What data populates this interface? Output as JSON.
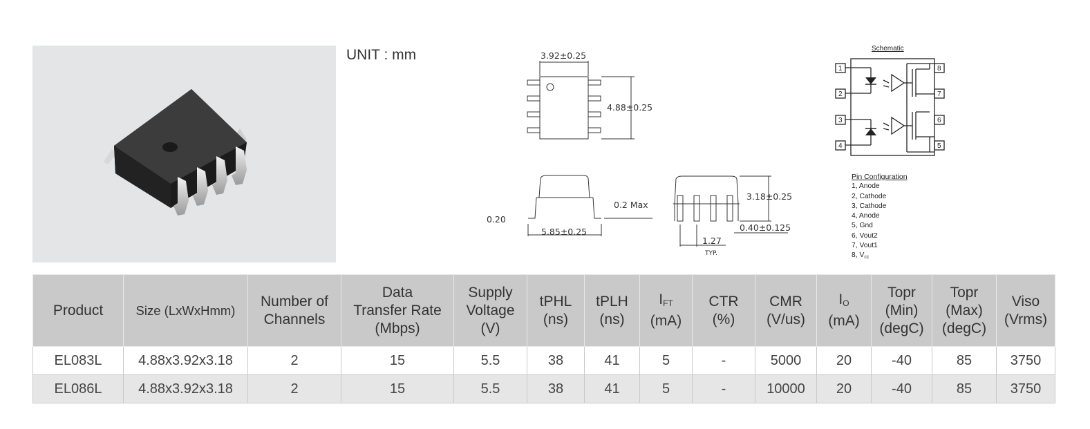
{
  "unit_label": "UNIT : mm",
  "dimensions": {
    "top_width": "3.92±0.25",
    "top_height": "4.88±0.25",
    "lead_thickness": "0.20",
    "lead_max": "0.2 Max",
    "body_span": "5.85±0.25",
    "body_height": "3.18±0.25",
    "lead_width": "0.40±0.125",
    "pitch": "1.27",
    "pitch_note": "TYP."
  },
  "schematic": {
    "title": "Schematic",
    "pins_left": [
      "1",
      "2",
      "3",
      "4"
    ],
    "pins_right": [
      "8",
      "7",
      "6",
      "5"
    ]
  },
  "pin_configuration": {
    "title": "Pin Configuration",
    "items": [
      "1, Anode",
      "2, Cathode",
      "3, Cathode",
      "4, Anode",
      "5, Gnd",
      "6, Vout2",
      "7, Vout1"
    ],
    "last_prefix": "8, V",
    "last_sub": "cc"
  },
  "table": {
    "headers": [
      {
        "main": "Product"
      },
      {
        "main": "Size (LxWxHmm)"
      },
      {
        "main": "Number of\nChannels"
      },
      {
        "main": "Data\nTransfer Rate\n(Mbps)"
      },
      {
        "main": "Supply\nVoltage\n(V)"
      },
      {
        "main": "tPHL\n(ns)"
      },
      {
        "main": "tPLH\n(ns)"
      },
      {
        "main": "I",
        "sub": "FT",
        "tail": "(mA)"
      },
      {
        "main": "CTR\n(%)"
      },
      {
        "main": "CMR\n(V/us)"
      },
      {
        "main": "I",
        "sub": "O",
        "tail": "(mA)"
      },
      {
        "main": "Topr\n(Min)\n(degC)"
      },
      {
        "main": "Topr\n(Max)\n(degC)"
      },
      {
        "main": "Viso\n(Vrms)"
      }
    ],
    "rows": [
      [
        "EL083L",
        "4.88x3.92x3.18",
        "2",
        "15",
        "5.5",
        "38",
        "41",
        "5",
        "-",
        "5000",
        "20",
        "-40",
        "85",
        "3750"
      ],
      [
        "EL086L",
        "4.88x3.92x3.18",
        "2",
        "15",
        "5.5",
        "38",
        "41",
        "5",
        "-",
        "10000",
        "20",
        "-40",
        "85",
        "3750"
      ]
    ]
  }
}
